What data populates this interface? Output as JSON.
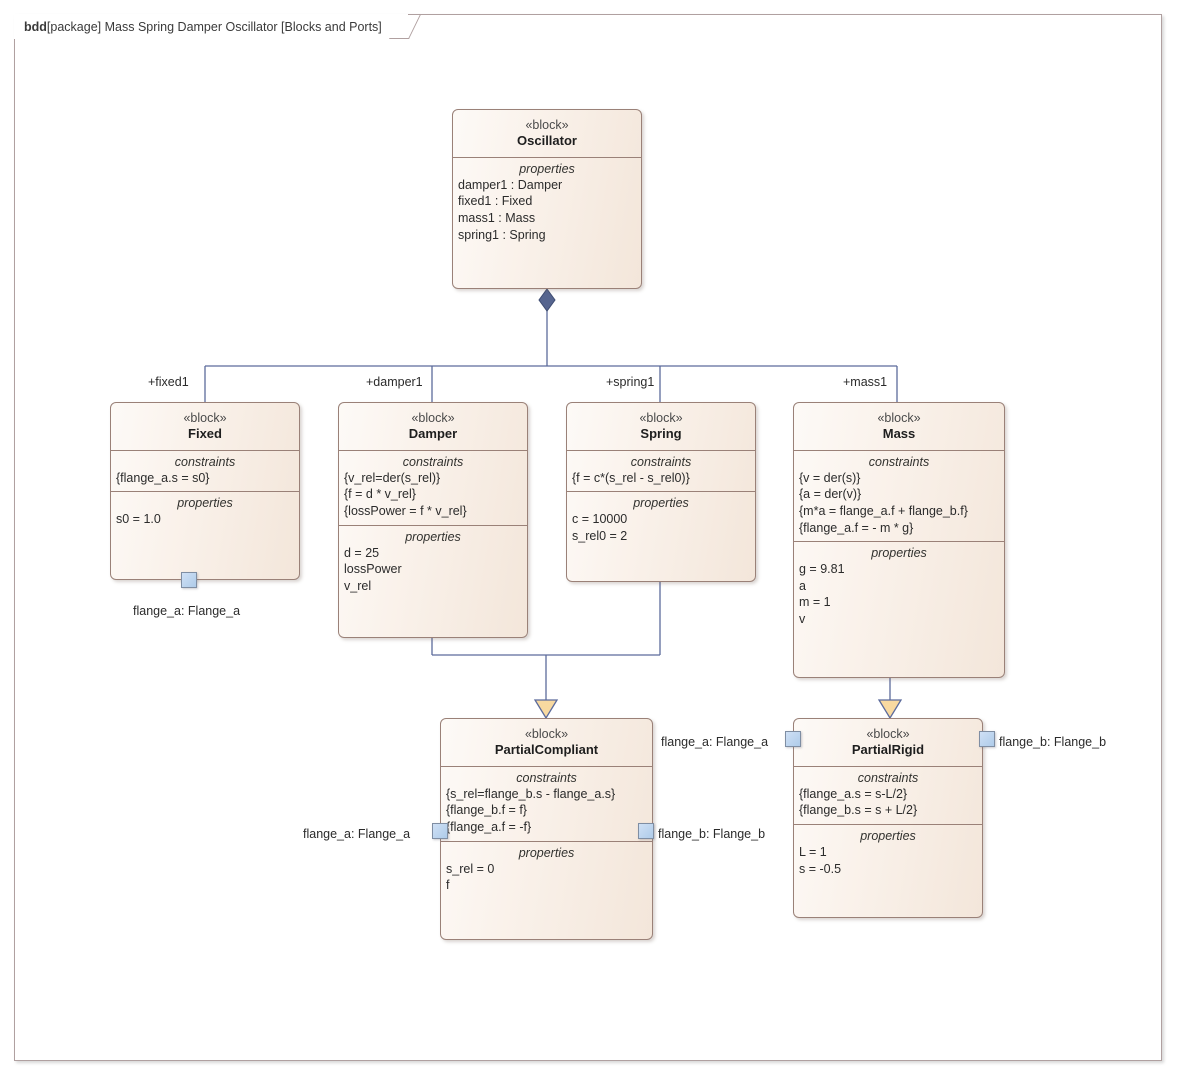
{
  "diagram": {
    "kind": "bdd",
    "header": "[package] Mass Spring Damper Oscillator [Blocks and Ports]",
    "stereotype": "«block»",
    "constraints_label": "constraints",
    "properties_label": "properties"
  },
  "blocks": {
    "oscillator": {
      "stereotype": "«block»",
      "name": "Oscillator",
      "properties_label": "properties",
      "properties": [
        "damper1 : Damper",
        "fixed1 : Fixed",
        "mass1 : Mass",
        "spring1 : Spring"
      ]
    },
    "fixed": {
      "stereotype": "«block»",
      "name": "Fixed",
      "constraints_label": "constraints",
      "constraints": [
        "{flange_a.s = s0}"
      ],
      "properties_label": "properties",
      "properties": [
        "s0 = 1.0"
      ],
      "port_label": "flange_a: Flange_a"
    },
    "damper": {
      "stereotype": "«block»",
      "name": "Damper",
      "constraints_label": "constraints",
      "constraints": [
        "{v_rel=der(s_rel)}",
        "{f = d * v_rel}",
        "{lossPower = f * v_rel}"
      ],
      "properties_label": "properties",
      "properties": [
        "d = 25",
        "lossPower",
        "v_rel"
      ]
    },
    "spring": {
      "stereotype": "«block»",
      "name": "Spring",
      "constraints_label": "constraints",
      "constraints": [
        "{f = c*(s_rel - s_rel0)}"
      ],
      "properties_label": "properties",
      "properties": [
        "c = 10000",
        "s_rel0 = 2"
      ]
    },
    "mass": {
      "stereotype": "«block»",
      "name": "Mass",
      "constraints_label": "constraints",
      "constraints": [
        "{v = der(s)}",
        "{a = der(v)}",
        "{m*a = flange_a.f + flange_b.f}",
        "{flange_a.f = - m * g}"
      ],
      "properties_label": "properties",
      "properties": [
        "g = 9.81",
        "a",
        "m = 1",
        "v"
      ]
    },
    "partial_compliant": {
      "stereotype": "«block»",
      "name": "PartialCompliant",
      "constraints_label": "constraints",
      "constraints": [
        "{s_rel=flange_b.s - flange_a.s}",
        "{flange_b.f = f}",
        "{flange_a.f = -f}"
      ],
      "properties_label": "properties",
      "properties": [
        "s_rel = 0",
        "f"
      ],
      "port_left_label": "flange_a: Flange_a",
      "port_right_label": "flange_b: Flange_b"
    },
    "partial_rigid": {
      "stereotype": "«block»",
      "name": "PartialRigid",
      "constraints_label": "constraints",
      "constraints": [
        "{flange_a.s = s-L/2}",
        "{flange_b.s = s + L/2}"
      ],
      "properties_label": "properties",
      "properties": [
        "L = 1",
        "s = -0.5"
      ],
      "port_left_label": "flange_a: Flange_a",
      "port_right_label": "flange_b: Flange_b"
    }
  },
  "association_ends": {
    "fixed1": "+fixed1",
    "damper1": "+damper1",
    "spring1": "+spring1",
    "mass1": "+mass1"
  },
  "colors": {
    "block_border": "#9a8178",
    "block_fill_light": "#fdfaf7",
    "block_fill_dark": "#f3e6da",
    "edge": "#5c6b9c",
    "diamond": "#56658f",
    "generalization_fill": "#f8d9a0",
    "port_fill": "#aecbe9",
    "frame_border": "#b0a0a0"
  }
}
